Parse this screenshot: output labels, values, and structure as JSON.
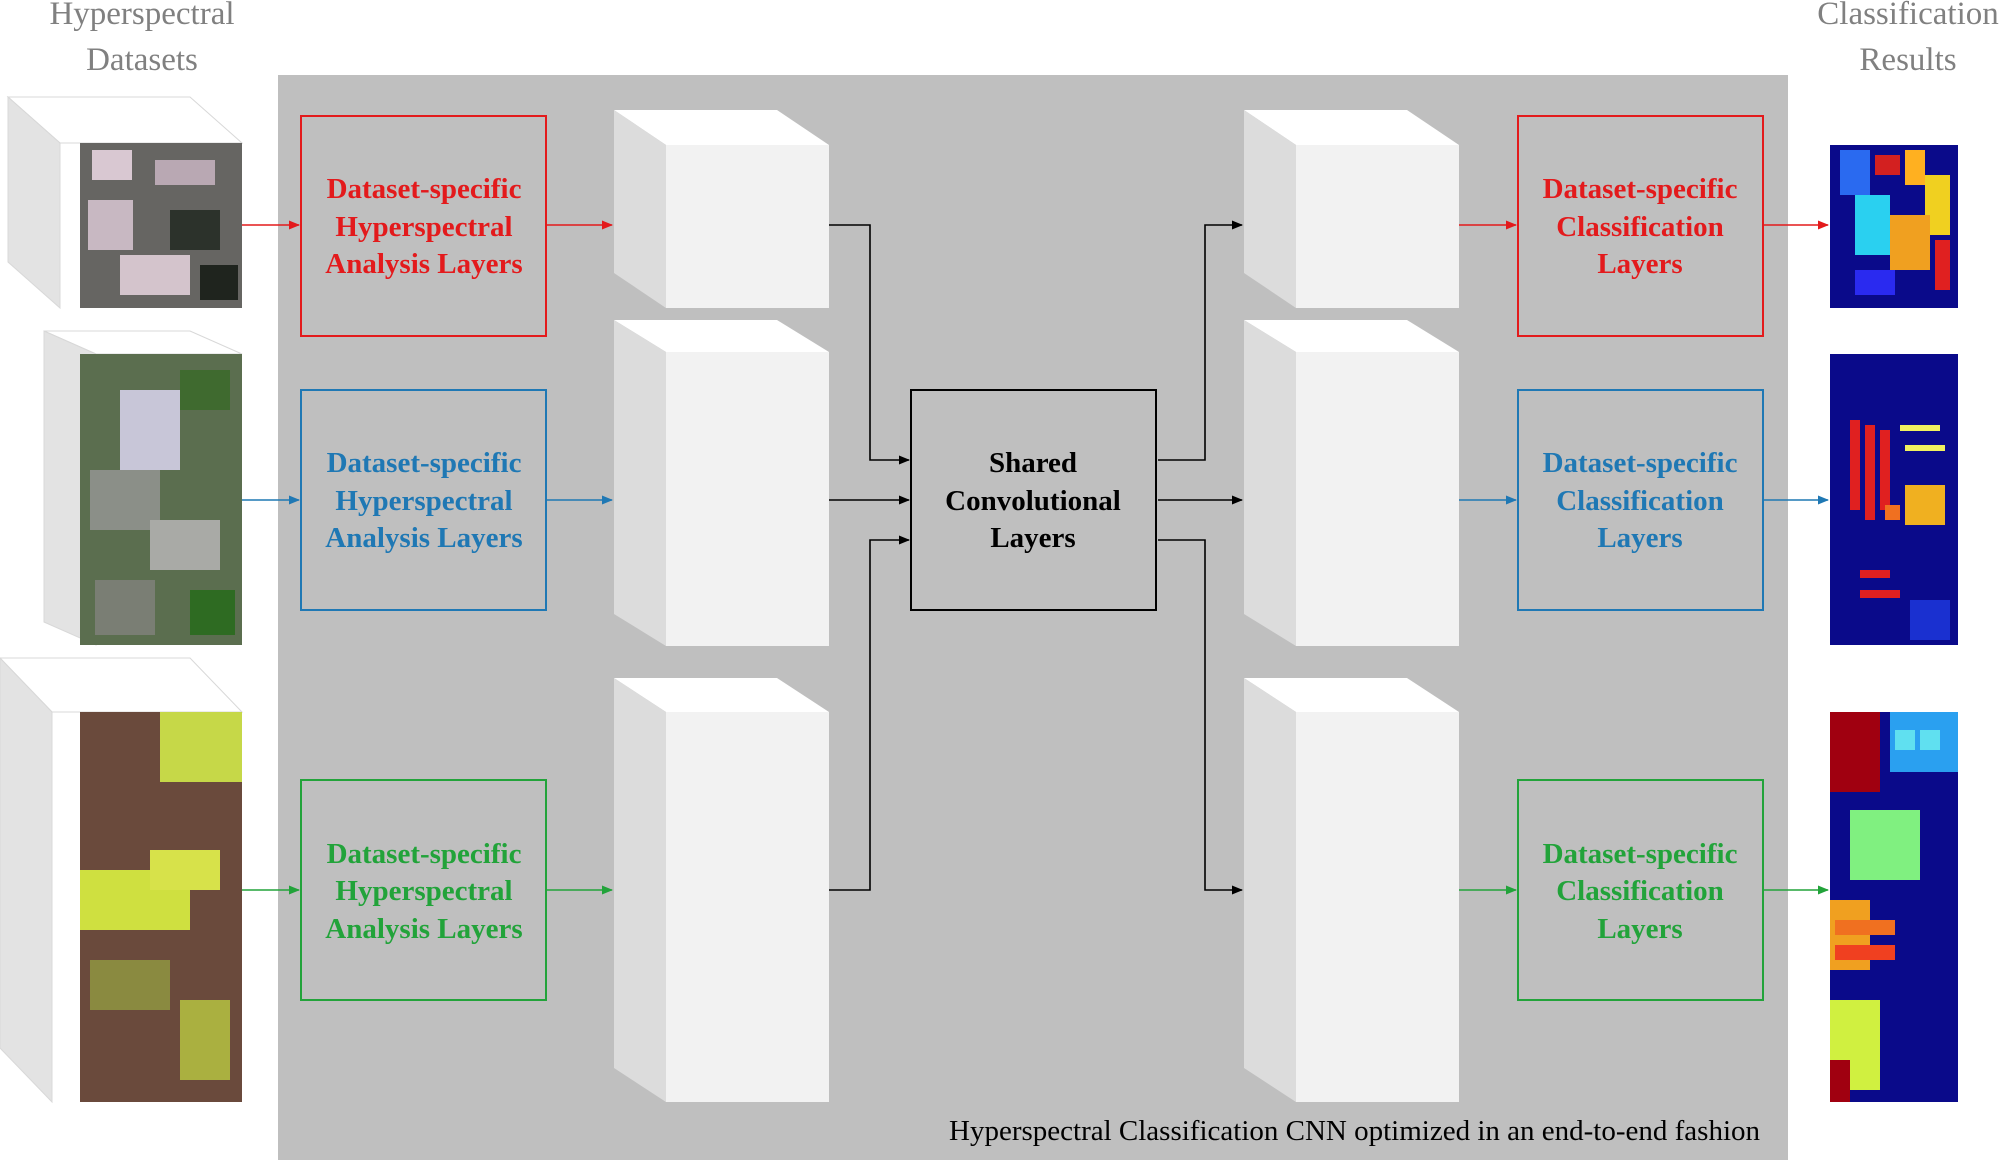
{
  "inputs_header": [
    "Hyperspectral",
    "Datasets"
  ],
  "outputs_header": [
    "Classification",
    "Results"
  ],
  "footer": "Hyperspectral Classification CNN optimized in an end-to-end fashion",
  "shared": [
    "Shared",
    "Convolutional",
    "Layers"
  ],
  "colors": {
    "red": "#e31a1c",
    "blue": "#1f78b4",
    "green": "#22a33a",
    "panel": "#bfbfbf"
  },
  "rows": [
    {
      "color": "#e31a1c",
      "analysis": [
        "Dataset-specific",
        "Hyperspectral",
        "Analysis Layers"
      ],
      "classification": [
        "Dataset-specific",
        "Classification",
        "Layers"
      ]
    },
    {
      "color": "#1f78b4",
      "analysis": [
        "Dataset-specific",
        "Hyperspectral",
        "Analysis Layers"
      ],
      "classification": [
        "Dataset-specific",
        "Classification",
        "Layers"
      ]
    },
    {
      "color": "#22a33a",
      "analysis": [
        "Dataset-specific",
        "Hyperspectral",
        "Analysis Layers"
      ],
      "classification": [
        "Dataset-specific",
        "Classification",
        "Layers"
      ]
    }
  ]
}
